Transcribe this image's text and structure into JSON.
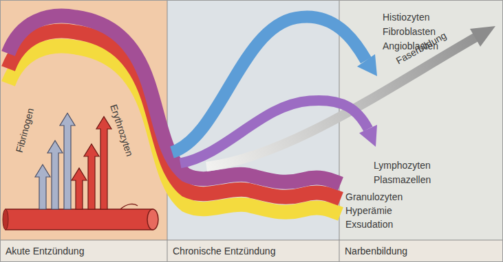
{
  "diagram": {
    "nodes": [
      {
        "text": [
          "Akute Entzündung"
        ]
      },
      {
        "text": [
          "Chronische Entzündung"
        ]
      },
      {
        "text": [
          "Narbenbildung"
        ]
      }
    ],
    "labels": [
      "Fibrinogen",
      "Erythrozyten",
      "Histiozyten",
      "Fibroblasten",
      "Angioblasten",
      "Faserbildung",
      "Lymphozyten",
      "Plasmazellen",
      "Granulozyten",
      "Hyperämie",
      "Exsudation"
    ]
  }
}
